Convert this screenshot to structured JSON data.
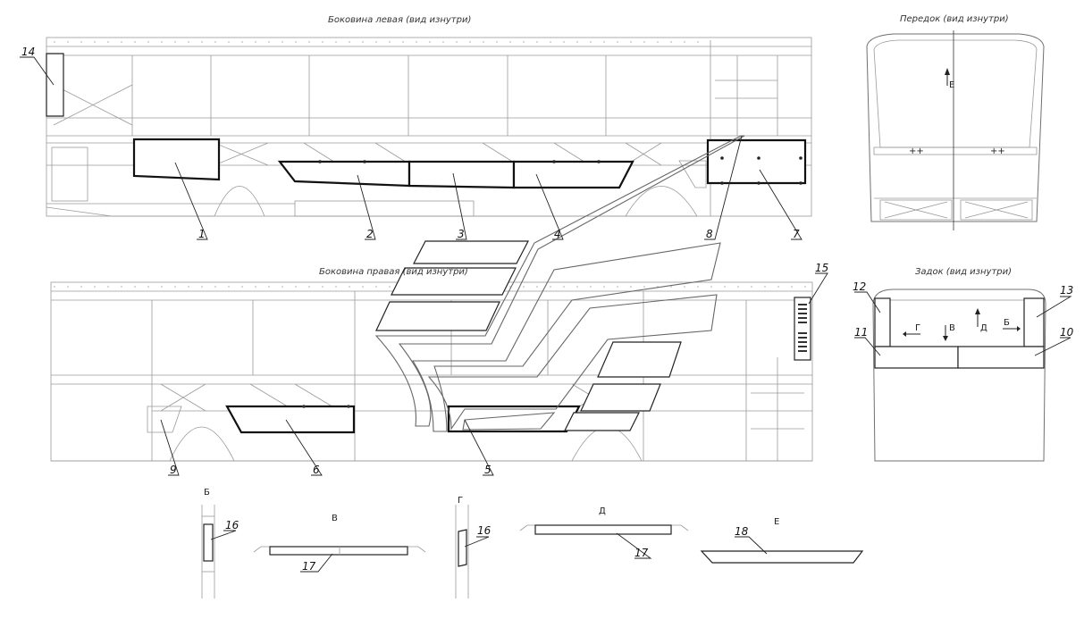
{
  "titles": {
    "left_side": "Боковина левая (вид изнутри)",
    "front": "Передок (вид изнутри)",
    "right_side": "Боковина правая (вид изнутри)",
    "rear": "Задок (вид изнутри)"
  },
  "part_numbers": {
    "p1": "1",
    "p2": "2",
    "p3": "3",
    "p4": "4",
    "p5": "5",
    "p6": "6",
    "p7": "7",
    "p8": "8",
    "p9": "9",
    "p10": "10",
    "p11": "11",
    "p12": "12",
    "p13": "13",
    "p14": "14",
    "p15": "15",
    "p16a": "16",
    "p16b": "16",
    "p17a": "17",
    "p17b": "17",
    "p18": "18"
  },
  "view_letters": {
    "b": "Б",
    "v": "В",
    "g": "Г",
    "d": "Д",
    "e": "Е",
    "front_e": "Е",
    "rear_g": "Г",
    "rear_v": "В",
    "rear_d": "Д",
    "rear_b": "Б"
  },
  "colors": {
    "line": "#9a9a9a",
    "bold": "#111111"
  }
}
